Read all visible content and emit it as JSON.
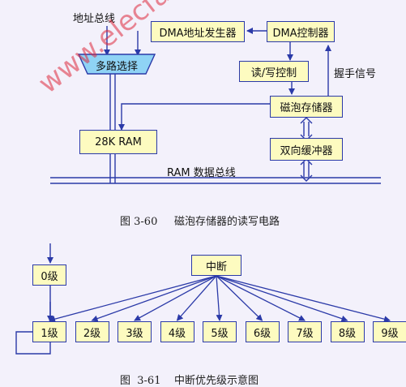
{
  "fig1": {
    "addr_bus_label": "地址总线",
    "dma_addr_gen": "DMA地址发生器",
    "dma_ctrl": "DMA控制器",
    "mux": "多路选择",
    "rw_ctrl": "读/写控制",
    "handshake": "握手信号",
    "bubble_mem": "磁泡存储器",
    "ram": "28K  RAM",
    "bidir_buffer": "双向缓冲器",
    "ram_bus": "RAM 数据总线",
    "caption": "图 3-60     磁泡存储器的读写电路"
  },
  "fig2": {
    "interrupt": "中断",
    "level0": "0级",
    "levels": [
      "1级",
      "2级",
      "3级",
      "4级",
      "5级",
      "6级",
      "7级",
      "8级",
      "9级"
    ],
    "caption": "图  3-61    中断优先级示意图"
  },
  "watermark": "www.elecfans.com",
  "colors": {
    "line": "#2b3aa8",
    "box_fill": "#fdfbc0",
    "mux_fill": "#8fd3f5",
    "watermark": "#dc283c"
  }
}
